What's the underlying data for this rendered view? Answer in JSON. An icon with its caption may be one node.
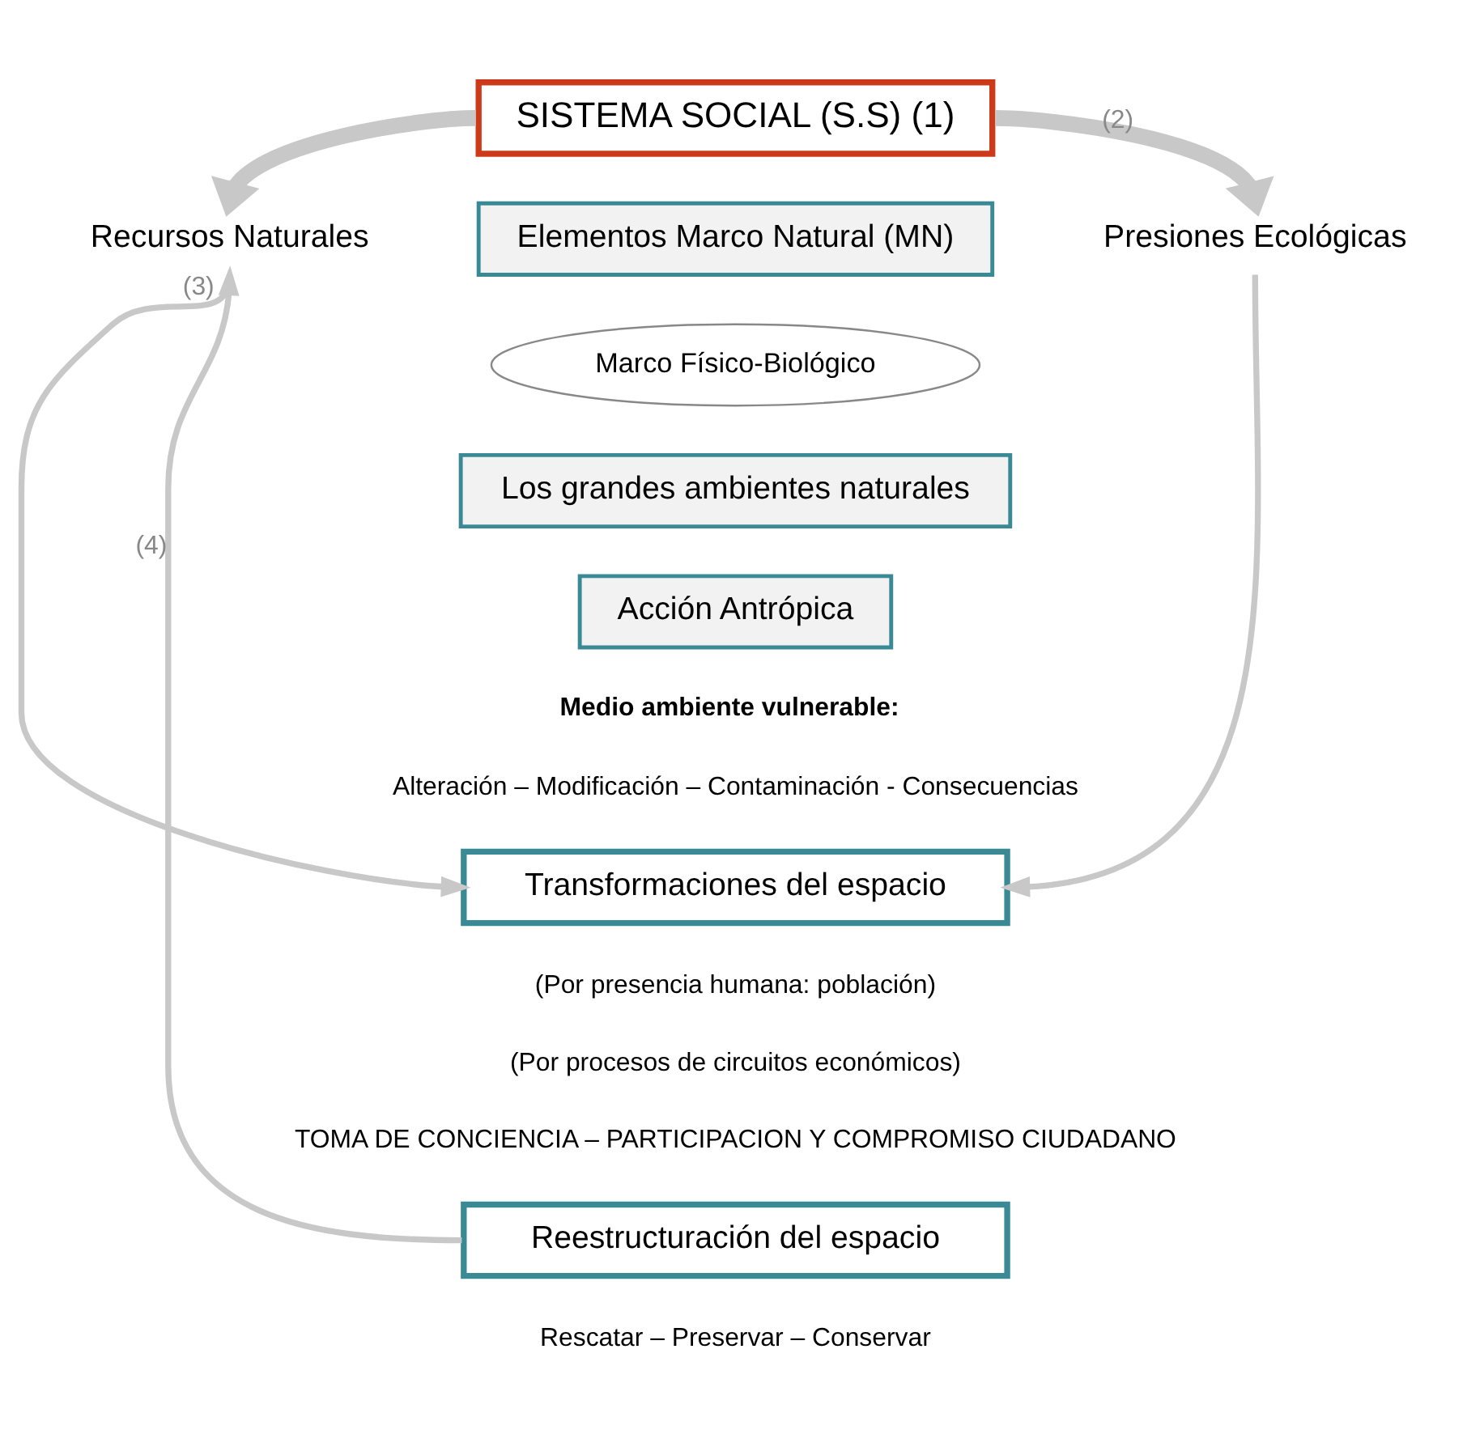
{
  "diagram": {
    "nodes": [
      {
        "text": [
          "SISTEMA SOCIAL (S.S) (1)"
        ]
      },
      {
        "text": [
          "Recursos Naturales"
        ]
      },
      {
        "text": [
          "Elementos Marco Natural (MN)"
        ]
      },
      {
        "text": [
          "Presiones Ecológicas"
        ]
      },
      {
        "text": [
          "Marco Físico-Biológico"
        ]
      },
      {
        "text": [
          "Los grandes ambientes naturales"
        ]
      },
      {
        "text": [
          "Acción Antrópica"
        ]
      },
      {
        "text": [
          "Transformaciones del espacio"
        ],
        "beside": [
          "(Por presencia humana: población)",
          "(Por procesos de circuitos económicos)"
        ]
      },
      {
        "text": [
          "Reestructuración del espacio"
        ],
        "beside": [
          "Rescatar – Preservar – Conservar"
        ]
      }
    ],
    "edges": [
      {
        "from": 0,
        "to": 1,
        "arrow": "to",
        "style": "thick"
      },
      {
        "from": 0,
        "to": 3,
        "arrow": "to",
        "style": "thick",
        "label": "(2)"
      },
      {
        "from": 1,
        "to": 7,
        "arrow": "to",
        "label": "(3)"
      },
      {
        "from": 3,
        "to": 7,
        "arrow": "to"
      },
      {
        "from": 8,
        "to": 1,
        "arrow": "to",
        "label": "(4)"
      }
    ],
    "labels": [
      "Medio ambiente vulnerable:",
      "Alteración – Modificación – Contaminación - Consecuencias",
      "TOMA DE CONCIENCIA – PARTICIPACION Y COMPROMISO CIUDADANO"
    ]
  }
}
